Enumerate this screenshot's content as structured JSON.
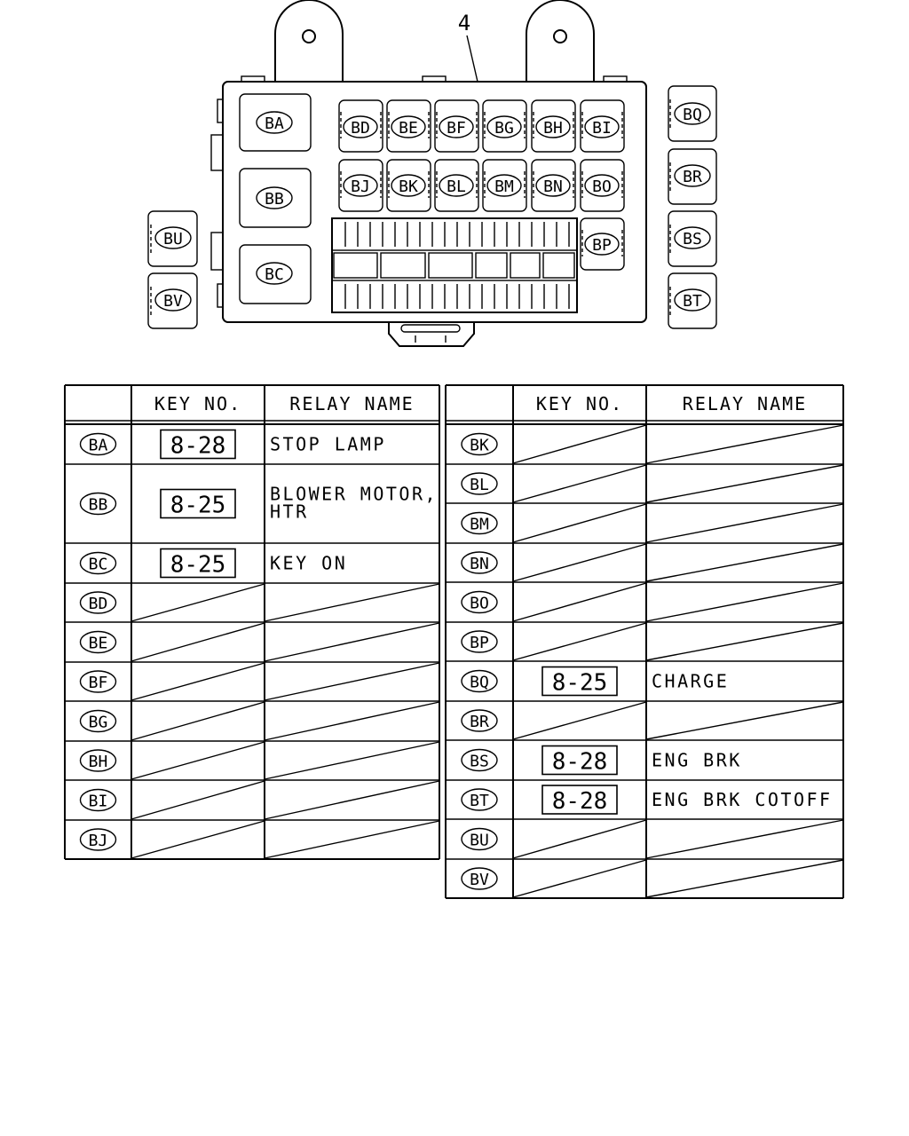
{
  "callout_number": "4",
  "relay_box": {
    "inner_relays": [
      {
        "code": "BA"
      },
      {
        "code": "BB"
      },
      {
        "code": "BC"
      },
      {
        "code": "BD"
      },
      {
        "code": "BE"
      },
      {
        "code": "BF"
      },
      {
        "code": "BG"
      },
      {
        "code": "BH"
      },
      {
        "code": "BI"
      },
      {
        "code": "BJ"
      },
      {
        "code": "BK"
      },
      {
        "code": "BL"
      },
      {
        "code": "BM"
      },
      {
        "code": "BN"
      },
      {
        "code": "BO"
      },
      {
        "code": "BP"
      }
    ],
    "outer_relays": [
      {
        "code": "BQ"
      },
      {
        "code": "BR"
      },
      {
        "code": "BS"
      },
      {
        "code": "BT"
      },
      {
        "code": "BU"
      },
      {
        "code": "BV"
      }
    ]
  },
  "table_headers": {
    "key_no": "KEY NO.",
    "relay_name": "RELAY NAME"
  },
  "left_table": [
    {
      "code": "BA",
      "key": "8-28",
      "name": "STOP LAMP"
    },
    {
      "code": "BB",
      "key": "8-25",
      "name": "BLOWER MOTOR,",
      "name2": "HTR"
    },
    {
      "code": "BC",
      "key": "8-25",
      "name": "KEY ON"
    },
    {
      "code": "BD",
      "key": "",
      "name": ""
    },
    {
      "code": "BE",
      "key": "",
      "name": ""
    },
    {
      "code": "BF",
      "key": "",
      "name": ""
    },
    {
      "code": "BG",
      "key": "",
      "name": ""
    },
    {
      "code": "BH",
      "key": "",
      "name": ""
    },
    {
      "code": "BI",
      "key": "",
      "name": ""
    },
    {
      "code": "BJ",
      "key": "",
      "name": ""
    }
  ],
  "right_table": [
    {
      "code": "BK",
      "key": "",
      "name": ""
    },
    {
      "code": "BL",
      "key": "",
      "name": ""
    },
    {
      "code": "BM",
      "key": "",
      "name": ""
    },
    {
      "code": "BN",
      "key": "",
      "name": ""
    },
    {
      "code": "BO",
      "key": "",
      "name": ""
    },
    {
      "code": "BP",
      "key": "",
      "name": ""
    },
    {
      "code": "BQ",
      "key": "8-25",
      "name": "CHARGE"
    },
    {
      "code": "BR",
      "key": "",
      "name": ""
    },
    {
      "code": "BS",
      "key": "8-28",
      "name": "ENG BRK"
    },
    {
      "code": "BT",
      "key": "8-28",
      "name": "ENG BRK COTOFF"
    },
    {
      "code": "BU",
      "key": "",
      "name": ""
    },
    {
      "code": "BV",
      "key": "",
      "name": ""
    }
  ]
}
